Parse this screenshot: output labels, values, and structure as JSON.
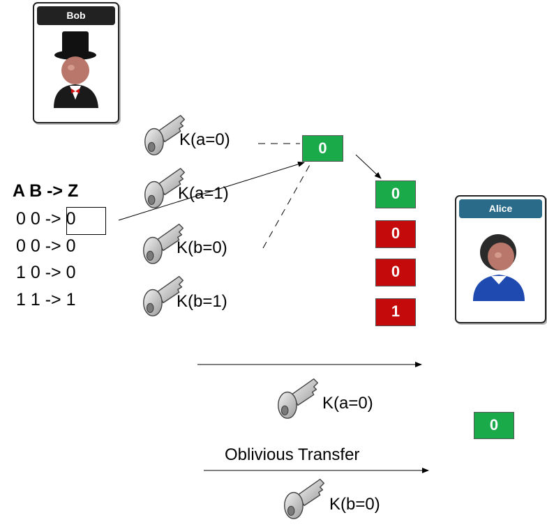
{
  "bob": {
    "name": "Bob",
    "title_color": "#222222"
  },
  "alice": {
    "name": "Alice",
    "title_color": "#2a6b8a"
  },
  "truth_table": {
    "header": "A B -> Z",
    "rows": [
      "0 0 -> 0",
      "0 0 -> 0",
      "1 0 -> 0",
      "1 1 -> 1"
    ]
  },
  "keys": [
    {
      "label": "K(a=0)"
    },
    {
      "label": "K(a=1)"
    },
    {
      "label": "K(b=0)"
    },
    {
      "label": "K(b=1)"
    }
  ],
  "gate_value": "0",
  "encrypted_table": [
    {
      "value": "0",
      "color": "#1aaa4a"
    },
    {
      "value": "0",
      "color": "#c40a0a"
    },
    {
      "value": "0",
      "color": "#c40a0a"
    },
    {
      "value": "1",
      "color": "#c40a0a"
    }
  ],
  "transfer": {
    "key_a_label": "K(a=0)",
    "ot_label": "Oblivious Transfer",
    "key_b_label": "K(b=0)"
  },
  "result_value": "0",
  "colors": {
    "green": "#1aaa4a",
    "red": "#c40a0a"
  }
}
